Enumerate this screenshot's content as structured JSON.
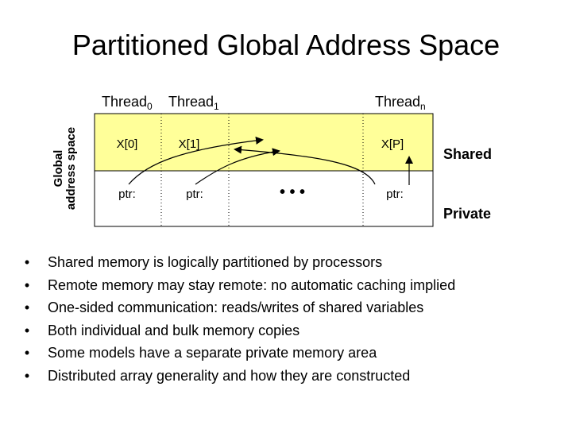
{
  "title": "Partitioned Global Address Space",
  "y_axis_label": [
    "Global",
    "address space"
  ],
  "threads": [
    {
      "name": "Thread",
      "sub": "0"
    },
    {
      "name": "Thread",
      "sub": "1"
    },
    {
      "name": "Thread",
      "sub": "n"
    }
  ],
  "shared_cells": [
    "X[0]",
    "X[1]",
    "X[P]"
  ],
  "private_cells": [
    "ptr:",
    "ptr:",
    "ptr:"
  ],
  "ellipsis": "• • •",
  "regions": {
    "shared": "Shared",
    "private": "Private"
  },
  "colors": {
    "shared_fill": "#ffff99",
    "private_fill": "#ffffff",
    "border": "#000000"
  },
  "bullet_glyph": "•",
  "bullets": [
    "Shared memory is logically partitioned by processors",
    "Remote memory may stay remote: no automatic caching implied",
    "One-sided communication: reads/writes of shared variables",
    "Both individual and bulk memory copies",
    "Some models have a separate private memory area",
    "Distributed array generality and how they are constructed"
  ]
}
